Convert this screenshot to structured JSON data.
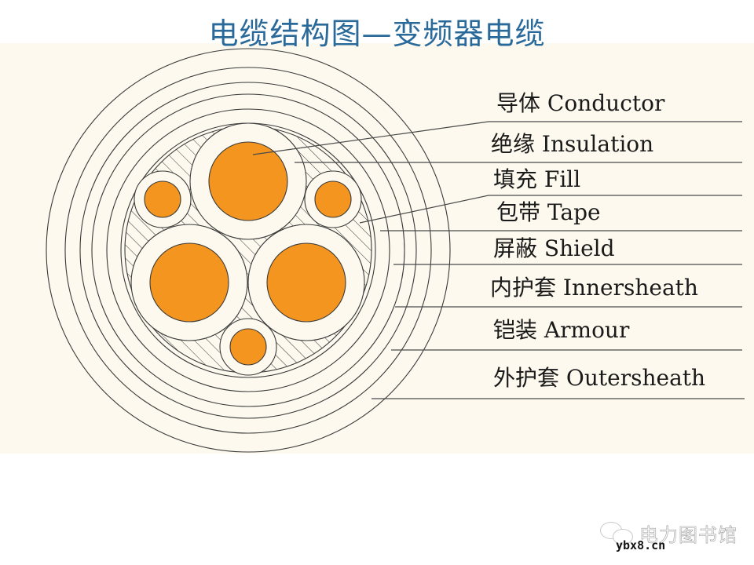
{
  "title": "电缆结构图—变频器电缆",
  "colors": {
    "title": "#2a6a9a",
    "background_band": "#fdf9ee",
    "conductor": "#f3951e",
    "line": "#3a3a3a"
  },
  "labels": [
    {
      "cn": "导体",
      "en": "Conductor",
      "key": "conductor"
    },
    {
      "cn": "绝缘",
      "en": "Insulation",
      "key": "insulation"
    },
    {
      "cn": "填充",
      "en": "Fill",
      "key": "fill"
    },
    {
      "cn": "包带",
      "en": "Tape",
      "key": "tape"
    },
    {
      "cn": "屏蔽",
      "en": "Shield",
      "key": "shield"
    },
    {
      "cn": "内护套",
      "en": "Innersheath",
      "key": "innersheath"
    },
    {
      "cn": "铠装",
      "en": "Armour",
      "key": "armour"
    },
    {
      "cn": "外护套",
      "en": "Outersheath",
      "key": "outersheath"
    }
  ],
  "watermark": {
    "icon": "wechat-icon",
    "text": "电力图书馆",
    "url": "ybx8.cn"
  }
}
